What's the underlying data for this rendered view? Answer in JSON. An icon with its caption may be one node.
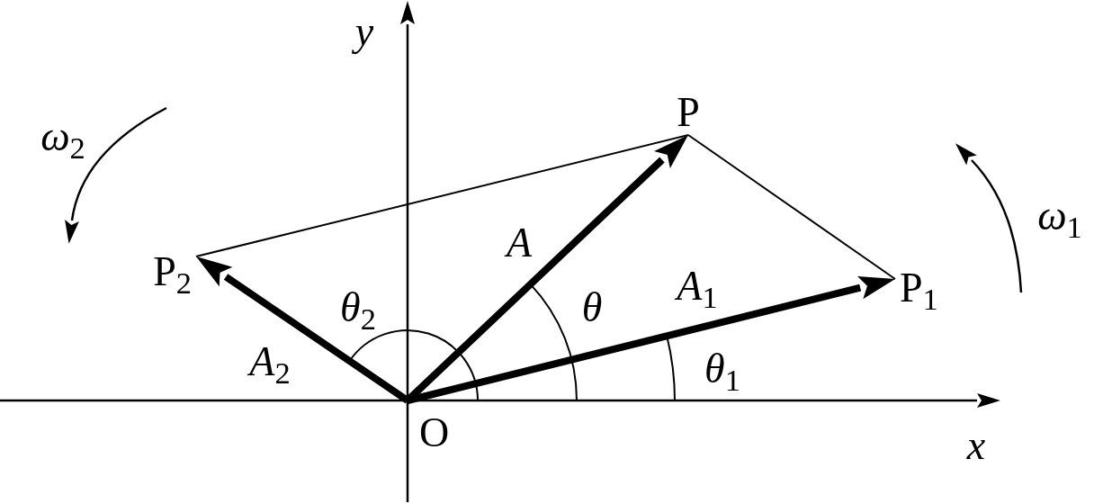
{
  "diagram": {
    "nodes": [
      {
        "text": [
          "O"
        ]
      },
      {
        "text": [
          "P"
        ]
      },
      {
        "text": [
          "P$_{1}$"
        ]
      },
      {
        "text": [
          "P$_{2}$"
        ]
      }
    ],
    "edges": [
      {
        "from": 0,
        "to": 1,
        "arrow": "to",
        "label": "A"
      },
      {
        "from": 0,
        "to": 2,
        "arrow": "to",
        "label": "*A*$_{1}$"
      },
      {
        "from": 0,
        "to": 3,
        "arrow": "to",
        "label": "*A*$_{2}$"
      },
      {
        "from": 3,
        "to": 1,
        "arrow": "none"
      },
      {
        "from": 1,
        "to": 2,
        "arrow": "none"
      }
    ],
    "labels": [
      "y",
      "*ω*$_{2}$",
      "*ω*$_{1}$",
      "*θ*$_{2}$",
      "θ",
      "*θ*$_{1}$",
      "x"
    ]
  }
}
